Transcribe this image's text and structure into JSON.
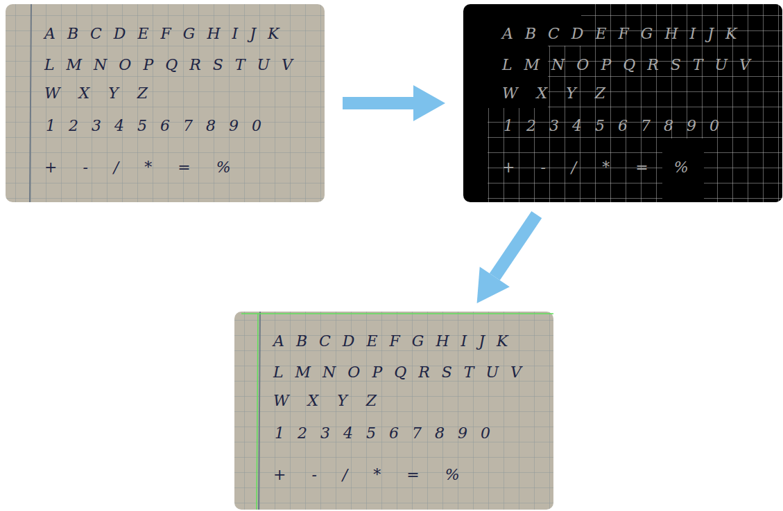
{
  "diagram": {
    "nodes": [
      {
        "text": [
          "A B C D E F G H I J K",
          "L M N O P Q R S T U V",
          "W X Y Z",
          "1 2 3 4 5 6 7 8 9 0",
          "+ - / * = %"
        ]
      },
      {
        "text": [
          "A B C D E F G H I J K",
          "L M N O P Q R S T U V",
          "W X Y Z",
          "1 2 3 4 5 6 7 8 9 0",
          "+ - / * = %"
        ]
      },
      {
        "text": [
          "A B C D E F G H I J K",
          "L M N O P Q R S T U V",
          "W X Y Z",
          "1 2 3 4 5 6 7 8 9 0",
          "+ - / * = %"
        ]
      }
    ],
    "edges": [
      {
        "from": 0,
        "to": 1,
        "arrow": "to"
      },
      {
        "from": 1,
        "to": 2,
        "arrow": "to"
      }
    ]
  }
}
